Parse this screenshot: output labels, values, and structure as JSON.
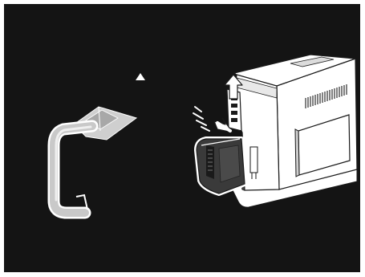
{
  "figure": {
    "background_color": "#141414",
    "line_color": "#ffffff",
    "panel_color": "#cfcfcf",
    "arrow_color": "#ffffff",
    "icons": [
      "triangle-up-icon",
      "arrow-up-icon",
      "arrow-down-left-icon"
    ],
    "items": [
      "drip-tray-handle",
      "coffee-grounds-container",
      "coffee-machine",
      "water-tank",
      "hinged-flap"
    ]
  }
}
